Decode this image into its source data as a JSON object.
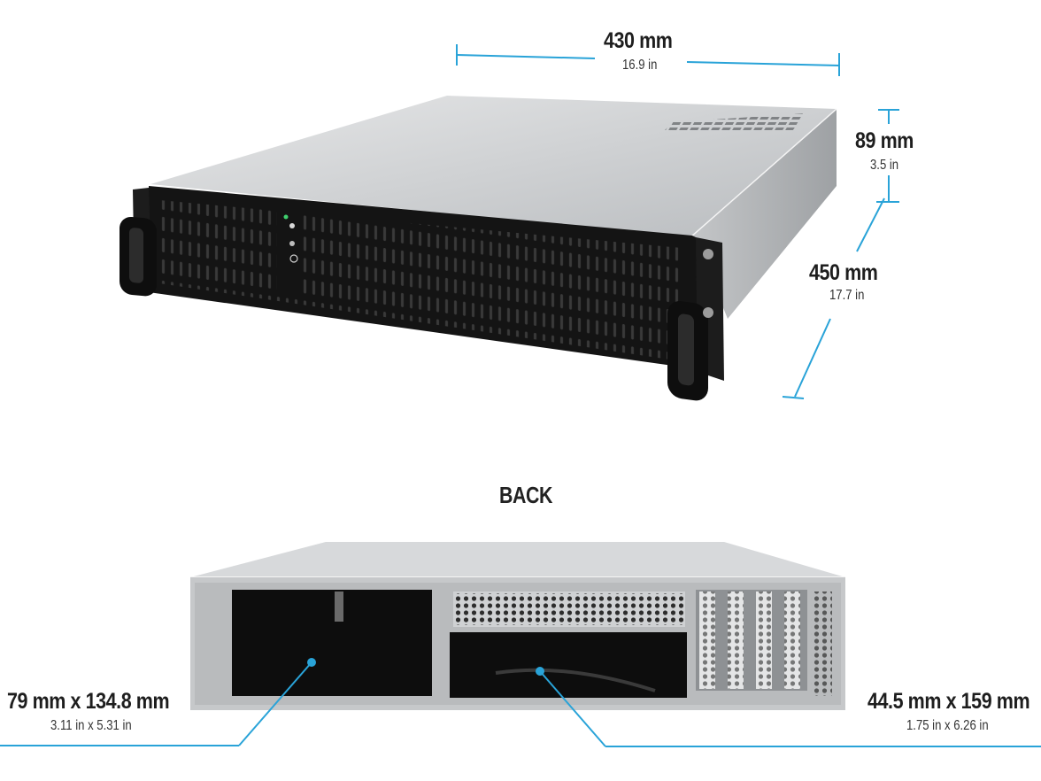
{
  "colors": {
    "accent": "#29a3d8",
    "chassis_black": "#121212",
    "chassis_silver": "#c9cbcd"
  },
  "front": {
    "width": {
      "main": "430 mm",
      "sub": "16.9 in"
    },
    "height": {
      "main": "89 mm",
      "sub": "3.5 in"
    },
    "depth": {
      "main": "450 mm",
      "sub": "17.7 in"
    }
  },
  "back": {
    "title": "BACK",
    "left_bay": {
      "main": "79 mm x 134.8 mm",
      "sub": "3.11 in x 5.31 in"
    },
    "right_bay": {
      "main": "44.5 mm x 159 mm",
      "sub": "1.75 in x 6.26 in"
    }
  }
}
